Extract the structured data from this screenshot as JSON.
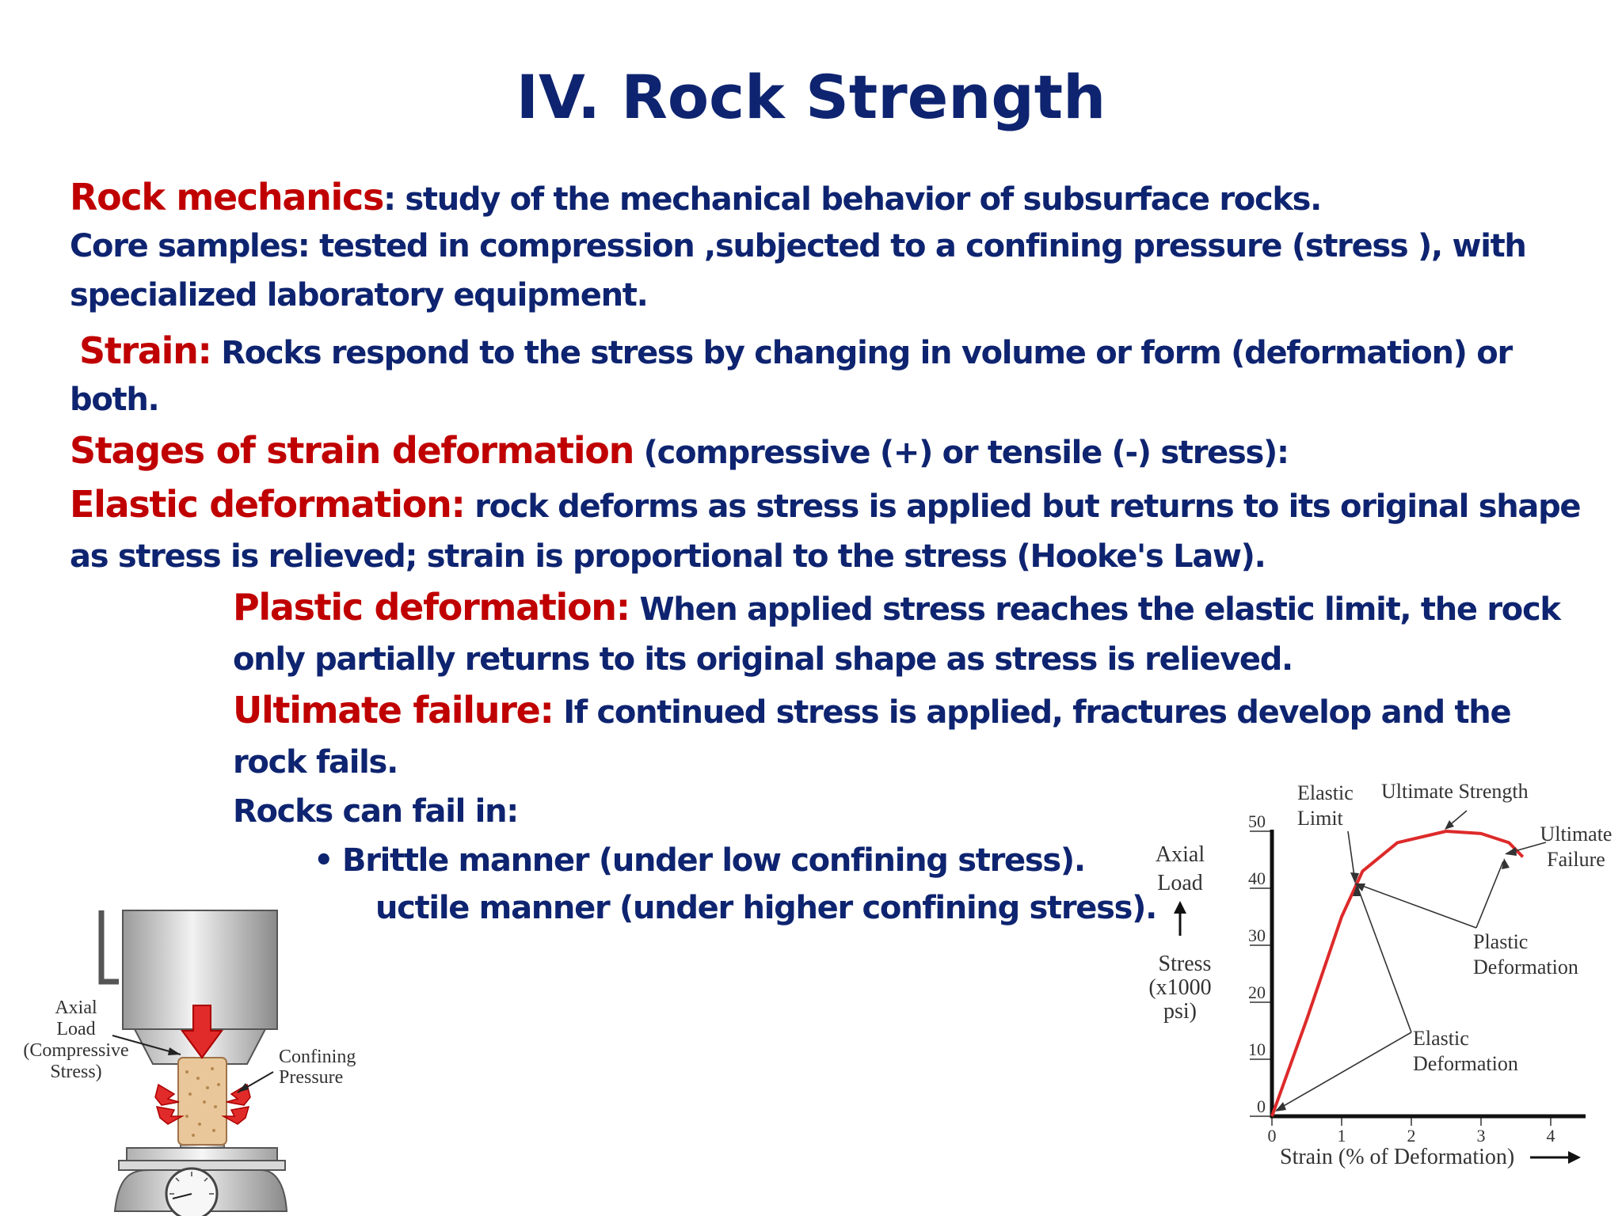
{
  "slide": {
    "title": "IV. Rock Strength",
    "l1": {
      "term": "Rock mechanics",
      "text": ": study of the mechanical behavior of subsurface rocks."
    },
    "l2": "Core samples: tested in compression ,subjected to a confining pressure (stress ), with",
    "l3": "specialized laboratory equipment.",
    "l4": {
      "term": "Strain:",
      "text": " Rocks respond to the stress by changing in volume or form (deformation) or"
    },
    "l5": "both.",
    "l6": {
      "term": "Stages of strain deformation",
      "text": " (compressive (+) or tensile (-) stress):"
    },
    "l7": {
      "term": "Elastic deformation:",
      "text": " rock deforms as stress is applied but returns to its original shape"
    },
    "l8": "as stress is relieved; strain is proportional to the stress (Hooke's Law).",
    "l9": {
      "term": "Plastic deformation:",
      "text": " When applied stress reaches the elastic limit, the rock"
    },
    "l10": "only partially returns to its original shape as stress is relieved.",
    "l11": {
      "term": "Ultimate failure:",
      "text": " If continued stress is applied, fractures develop and the"
    },
    "l12": "rock fails.",
    "l13": "Rocks can fail in:",
    "bullet_char": "•",
    "b1": "Brittle manner (under low confining stress).",
    "b2": "uctile manner (under higher confining stress)."
  },
  "apparatus": {
    "axial_load": [
      "Axial",
      "Load",
      "(Compressive",
      "Stress)"
    ],
    "confining": [
      "Confining",
      "Pressure"
    ]
  },
  "chart_data": {
    "type": "line",
    "series": [
      {
        "points": [
          [
            0,
            0
          ],
          [
            0.5,
            17
          ],
          [
            1,
            35
          ],
          [
            1.3,
            43
          ],
          [
            1.8,
            48
          ],
          [
            2.5,
            50
          ],
          [
            3,
            49.6
          ],
          [
            3.4,
            48
          ],
          [
            3.6,
            45.5
          ]
        ]
      }
    ],
    "xlim": [
      0,
      4.5
    ],
    "ylim": [
      0,
      50
    ],
    "x_ticks": [
      "0",
      "1",
      "2",
      "3",
      "4"
    ],
    "y_ticks": [
      "0",
      "10",
      "20",
      "30",
      "40",
      "50"
    ],
    "xlabel": "Strain (% of Deformation)",
    "ylabel": [
      "Axial",
      "Load",
      "Stress",
      "(x1000",
      "psi)"
    ],
    "annotations": {
      "elastic_limit": [
        "Elastic",
        "Limit"
      ],
      "ultimate_strength": "Ultimate Strength",
      "ultimate_failure": [
        "Ultimate",
        "Failure"
      ],
      "plastic_deformation": [
        "Plastic",
        "Deformation"
      ],
      "elastic_deformation": [
        "Elastic",
        "Deformation"
      ]
    },
    "colors": {
      "curve": "#dd2a2a",
      "axes": "#111111"
    }
  }
}
